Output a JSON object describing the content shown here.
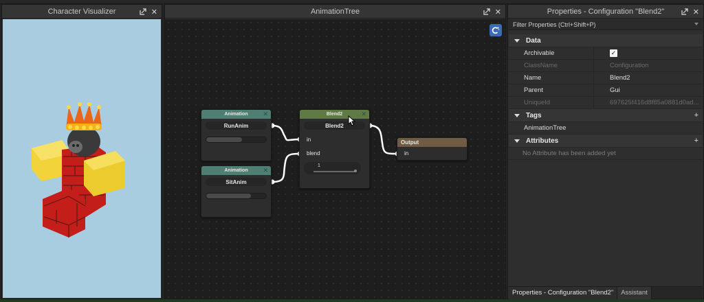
{
  "colors": {
    "animation_header": "#4f7e72",
    "blend_header": "#5f7a45",
    "output_header": "#705c45",
    "magnet_button": "#3b6bb5",
    "sky": "#a9cbe0"
  },
  "character_visualizer": {
    "title": "Character Visualizer",
    "undock_icon": "undock-icon",
    "close_icon": "close-icon",
    "close_glyph": "✕",
    "viewport_content": "Roblox avatar with gorilla head, orange crown, red brick torso and yellow arms, sitting pose"
  },
  "animation_tree": {
    "title": "AnimationTree",
    "close_glyph": "✕",
    "magnet_icon": "magnet-snap-icon",
    "nodes": [
      {
        "id": "run",
        "type": "Animation",
        "header": "Animation",
        "name": "RunAnim",
        "progress": 0.6,
        "close": "✕"
      },
      {
        "id": "sit",
        "type": "Animation",
        "header": "Animation",
        "name": "SitAnim",
        "progress": 0.75,
        "close": "✕"
      },
      {
        "id": "blend",
        "type": "Blend2",
        "header": "Blend2",
        "name": "Blend2",
        "inputs": [
          "in",
          "blend"
        ],
        "blend_value": "1",
        "close": "✕"
      },
      {
        "id": "output",
        "type": "Output",
        "header": "Output",
        "inputs": [
          "in"
        ]
      }
    ],
    "connections": [
      {
        "from": "RunAnim",
        "to": "Blend2.in"
      },
      {
        "from": "SitAnim",
        "to": "Blend2.blend"
      },
      {
        "from": "Blend2",
        "to": "Output.in"
      }
    ]
  },
  "properties": {
    "title": "Properties - Configuration \"Blend2\"",
    "close_glyph": "✕",
    "filter_placeholder": "Filter Properties (Ctrl+Shift+P)",
    "sections": {
      "data": {
        "label": "Data",
        "rows": [
          {
            "key": "Archivable",
            "value": "✓",
            "type": "checkbox",
            "checked": true
          },
          {
            "key": "ClassName",
            "value": "Configuration",
            "readonly": true
          },
          {
            "key": "Name",
            "value": "Blend2"
          },
          {
            "key": "Parent",
            "value": "Gui"
          },
          {
            "key": "UniqueId",
            "value": "697625f416d8f85a0881d0ad...",
            "readonly": true
          }
        ]
      },
      "tags": {
        "label": "Tags",
        "add": "+",
        "items": [
          "AnimationTree"
        ]
      },
      "attributes": {
        "label": "Attributes",
        "add": "+",
        "empty_text": "No Attribute has been added yet"
      }
    },
    "tabs": [
      {
        "label": "Properties - Configuration \"Blend2\"",
        "active": true
      },
      {
        "label": "Assistant",
        "active": false
      }
    ]
  }
}
